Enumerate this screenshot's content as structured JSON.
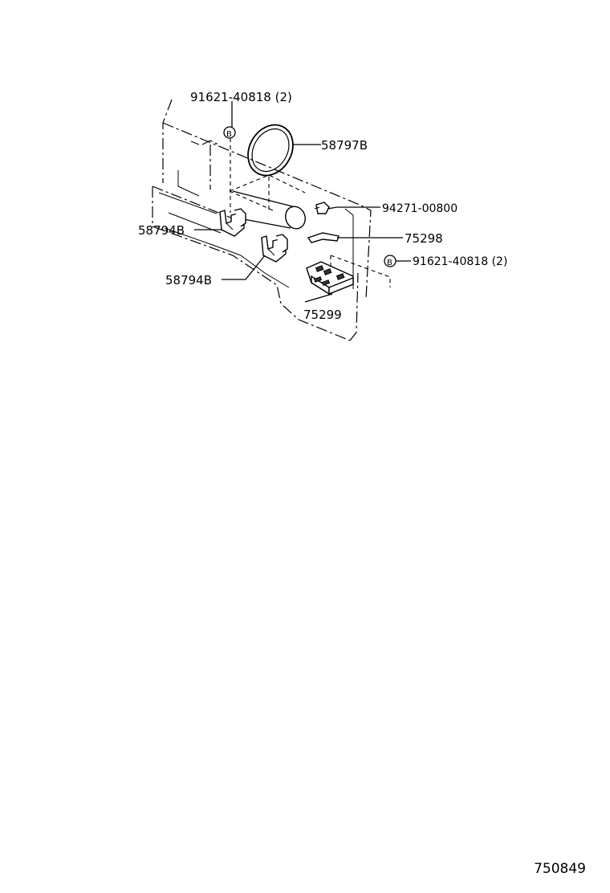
{
  "callouts": [
    {
      "id": "bolt-top",
      "text": "91621-40818 (2)"
    },
    {
      "id": "ring",
      "text": "58797B"
    },
    {
      "id": "nut",
      "text": "94271-00800"
    },
    {
      "id": "bracket",
      "text": "75298"
    },
    {
      "id": "bolt-right",
      "text": "91621-40818 (2)"
    },
    {
      "id": "clip-upper",
      "text": "58794B"
    },
    {
      "id": "clip-lower",
      "text": "58794B"
    },
    {
      "id": "block",
      "text": "75299"
    }
  ],
  "markers": {
    "bolt_symbol": "B"
  },
  "illustration_number": "750849"
}
